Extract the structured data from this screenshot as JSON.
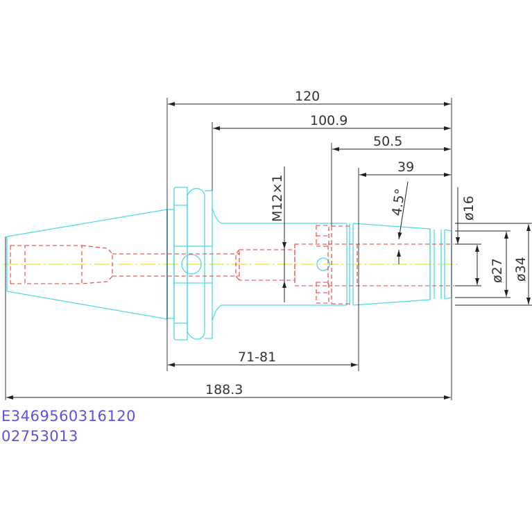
{
  "dimensions": {
    "length_120": "120",
    "length_100_9": "100.9",
    "length_50_5": "50.5",
    "length_39": "39",
    "length_71_81": "71-81",
    "length_188_3": "188.3",
    "thread": "M12×1",
    "taper_angle": "4.5°",
    "dia_16": "ø16",
    "dia_27": "ø27",
    "dia_34": "ø34"
  },
  "part_numbers": {
    "line1": "E3469560316120",
    "line2": "02753013"
  },
  "colors": {
    "outline": "#4fd8e6",
    "hidden": "#e63a3a",
    "centerline": "#e8e62a",
    "dimension": "#222222",
    "text": "#333333",
    "part_number": "#5b52e0"
  }
}
